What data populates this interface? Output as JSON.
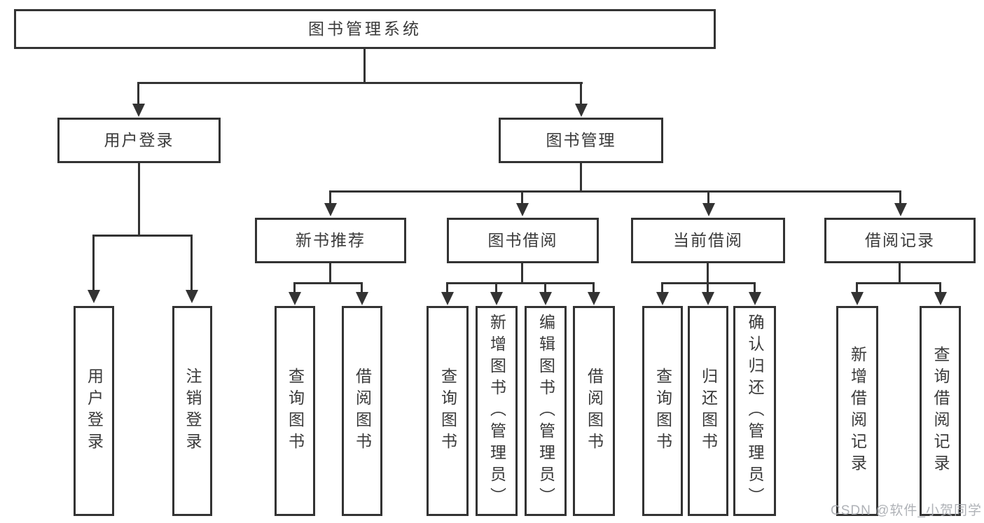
{
  "tree": {
    "label": "图书管理系统",
    "children": [
      {
        "label": "用户登录",
        "children": [
          {
            "label": "用户登录"
          },
          {
            "label": "注销登录"
          }
        ]
      },
      {
        "label": "图书管理",
        "children": [
          {
            "label": "新书推荐",
            "children": [
              {
                "label": "查询图书"
              },
              {
                "label": "借阅图书"
              }
            ]
          },
          {
            "label": "图书借阅",
            "children": [
              {
                "label": "查询图书"
              },
              {
                "label": "新增图书（管理员）"
              },
              {
                "label": "编辑图书（管理员）"
              },
              {
                "label": "借阅图书"
              }
            ]
          },
          {
            "label": "当前借阅",
            "children": [
              {
                "label": "查询图书"
              },
              {
                "label": "归还图书"
              },
              {
                "label": "确认归还（管理员）"
              }
            ]
          },
          {
            "label": "借阅记录",
            "children": [
              {
                "label": "新增借阅记录"
              },
              {
                "label": "查询借阅记录"
              }
            ]
          }
        ]
      }
    ]
  },
  "watermark": {
    "text": "CSDN @软件_小贺同学"
  },
  "colors": {
    "line": "#333333",
    "text": "#3a3a3a",
    "background": "#ffffff",
    "watermark": "#a9acb1"
  }
}
